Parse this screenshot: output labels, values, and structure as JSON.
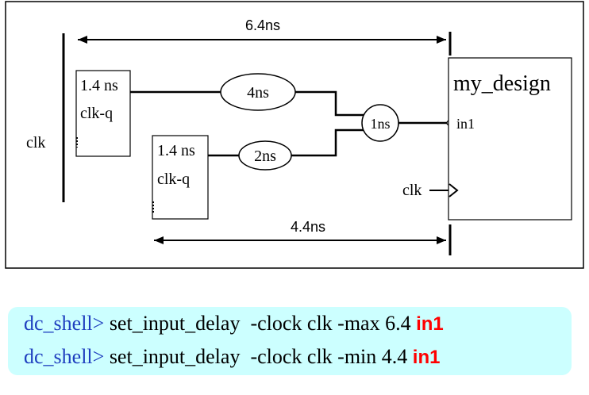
{
  "diagram": {
    "top_delay": "6.4ns",
    "bottom_delay": "4.4ns",
    "clock_label": "clk",
    "ff1": {
      "delay": "1.4 ns",
      "label": "clk-q"
    },
    "ff2": {
      "delay": "1.4 ns",
      "label": "clk-q"
    },
    "path_delay_1": "4ns",
    "path_delay_2": "2ns",
    "gate_delay": "1ns",
    "block_name": "my_design",
    "input_port": "in1",
    "block_clock_port": "clk"
  },
  "commands": [
    {
      "prompt": "dc_shell>",
      "text": " set_input_delay  -clock clk -max 6.4 ",
      "port": "in1"
    },
    {
      "prompt": "dc_shell>",
      "text": " set_input_delay  -clock clk -min 4.4 ",
      "port": "in1"
    }
  ]
}
